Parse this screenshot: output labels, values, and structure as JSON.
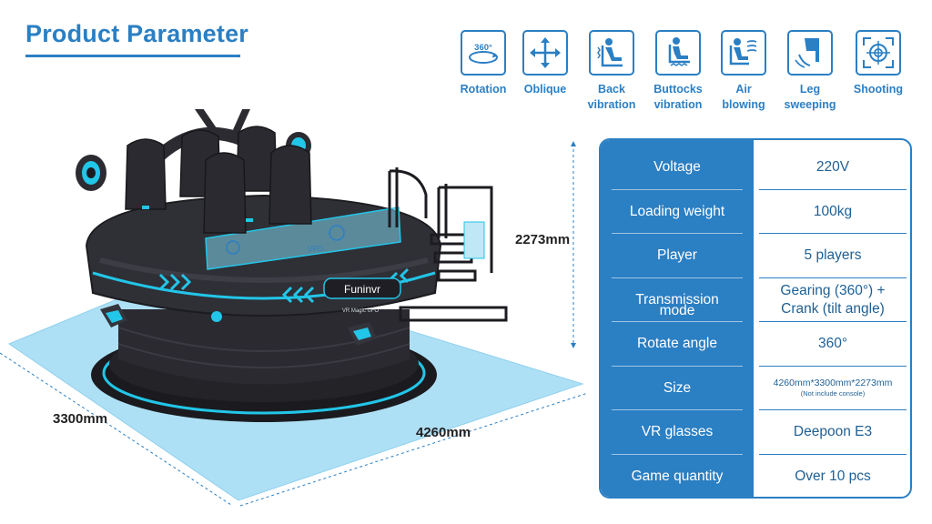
{
  "title": "Product Parameter",
  "colors": {
    "brand_blue": "#2b7fc3",
    "cyan": "#22c6e8",
    "floor": "#aee0f5"
  },
  "features": [
    {
      "icon": "rotation-360-icon",
      "label_line1": "Rotation",
      "label_line2": "",
      "icon_text": "360°"
    },
    {
      "icon": "oblique-arrows-icon",
      "label_line1": "Oblique",
      "label_line2": ""
    },
    {
      "icon": "back-vibration-icon",
      "label_line1": "Back",
      "label_line2": "vibration"
    },
    {
      "icon": "buttocks-vibration-icon",
      "label_line1": "Buttocks",
      "label_line2": "vibration"
    },
    {
      "icon": "air-blowing-icon",
      "label_line1": "Air",
      "label_line2": "blowing"
    },
    {
      "icon": "leg-sweeping-icon",
      "label_line1": "Leg",
      "label_line2": "sweeping"
    },
    {
      "icon": "shooting-crosshair-icon",
      "label_line1": "Shooting",
      "label_line2": ""
    }
  ],
  "dimensions": {
    "height": "2273mm",
    "depth": "3300mm",
    "width": "4260mm"
  },
  "machine": {
    "brand": "Funinvr",
    "model_tag": "VR Magic UFO",
    "screen_text": "UFO"
  },
  "specs": [
    {
      "key": "Voltage",
      "value": "220V"
    },
    {
      "key": "Loading weight",
      "value": "100kg"
    },
    {
      "key": "Player",
      "value": "5 players"
    },
    {
      "key_line1": "Transmission",
      "key_line2": "mode",
      "value_line1": "Gearing (360°) +",
      "value_line2": "Crank (tilt angle)"
    },
    {
      "key": "Rotate angle",
      "value": "360°"
    },
    {
      "key": "Size",
      "value": "4260mm*3300mm*2273mm",
      "note": "(Not include console)"
    },
    {
      "key": "VR glasses",
      "value": "Deepoon E3"
    },
    {
      "key": "Game quantity",
      "value": "Over 10 pcs"
    }
  ]
}
